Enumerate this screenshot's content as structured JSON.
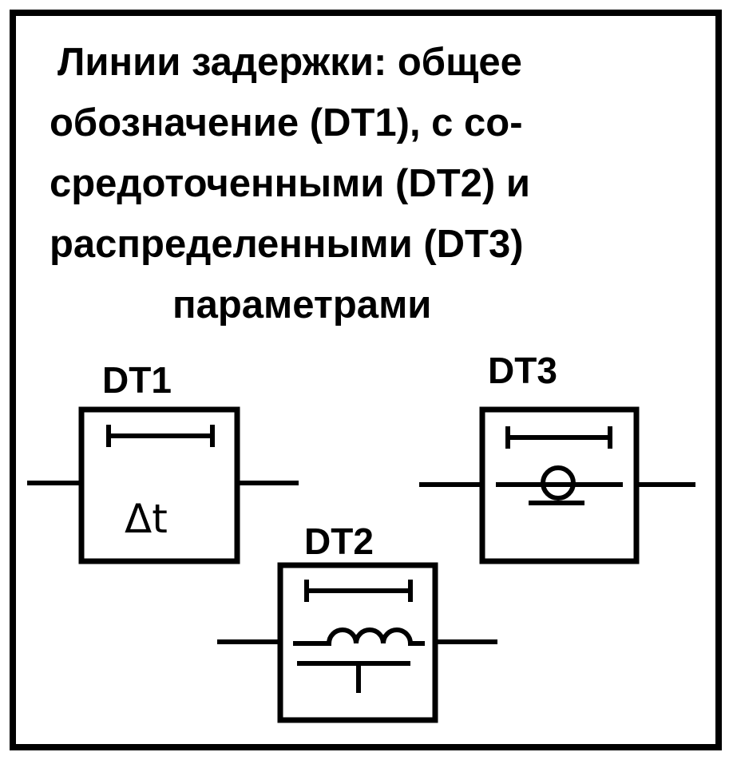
{
  "title_lines": [
    "Линии задержки: общее",
    "обозначение (DT1), с со-",
    "средоточенными (DT2) и",
    "распределенными (DT3)",
    "параметрами"
  ],
  "elements": {
    "dt1": {
      "label": "DT1",
      "symbol": "Δt"
    },
    "dt2": {
      "label": "DT2"
    },
    "dt3": {
      "label": "DT3"
    }
  }
}
